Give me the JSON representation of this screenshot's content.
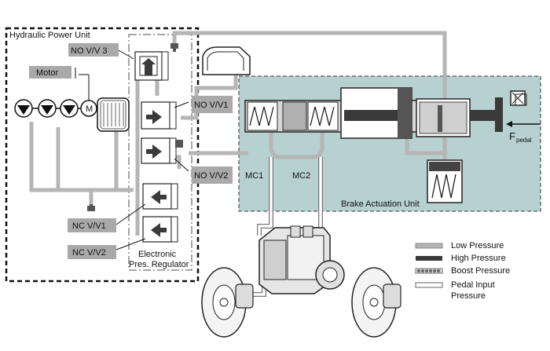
{
  "labels": {
    "hydraulic_power_unit": "Hydraulic Power Unit",
    "no_vv3": "NO V/V 3",
    "motor": "Motor",
    "no_vv1": "NO V/V1",
    "no_vv2": "NO V/V2",
    "nc_vv1": "NC V/V1",
    "nc_vv2": "NC V/V2",
    "electronic_pres_regulator_line1": "Electronic",
    "electronic_pres_regulator_line2": "Pres. Regulator",
    "mc1": "MC1",
    "mc2": "MC2",
    "brake_actuation_unit": "Brake Actuation Unit",
    "f": "F",
    "pedal": "pedal",
    "motor_symbol": "M"
  },
  "legend": [
    {
      "label": "Low Pressure",
      "style": "low"
    },
    {
      "label": "High Pressure",
      "style": "high"
    },
    {
      "label": "Boost Pressure",
      "style": "boost"
    },
    {
      "label": "Pedal Input",
      "label2": "Pressure",
      "style": "pedal"
    }
  ],
  "colors": {
    "low_pressure": "#b5b5b5",
    "high_pressure": "#3a3a3a",
    "boost_pressure": "#8a8a8a",
    "pedal_input": "#ffffff",
    "bau_fill": "#b7d0d0",
    "label_box": "#a9a9a9"
  }
}
